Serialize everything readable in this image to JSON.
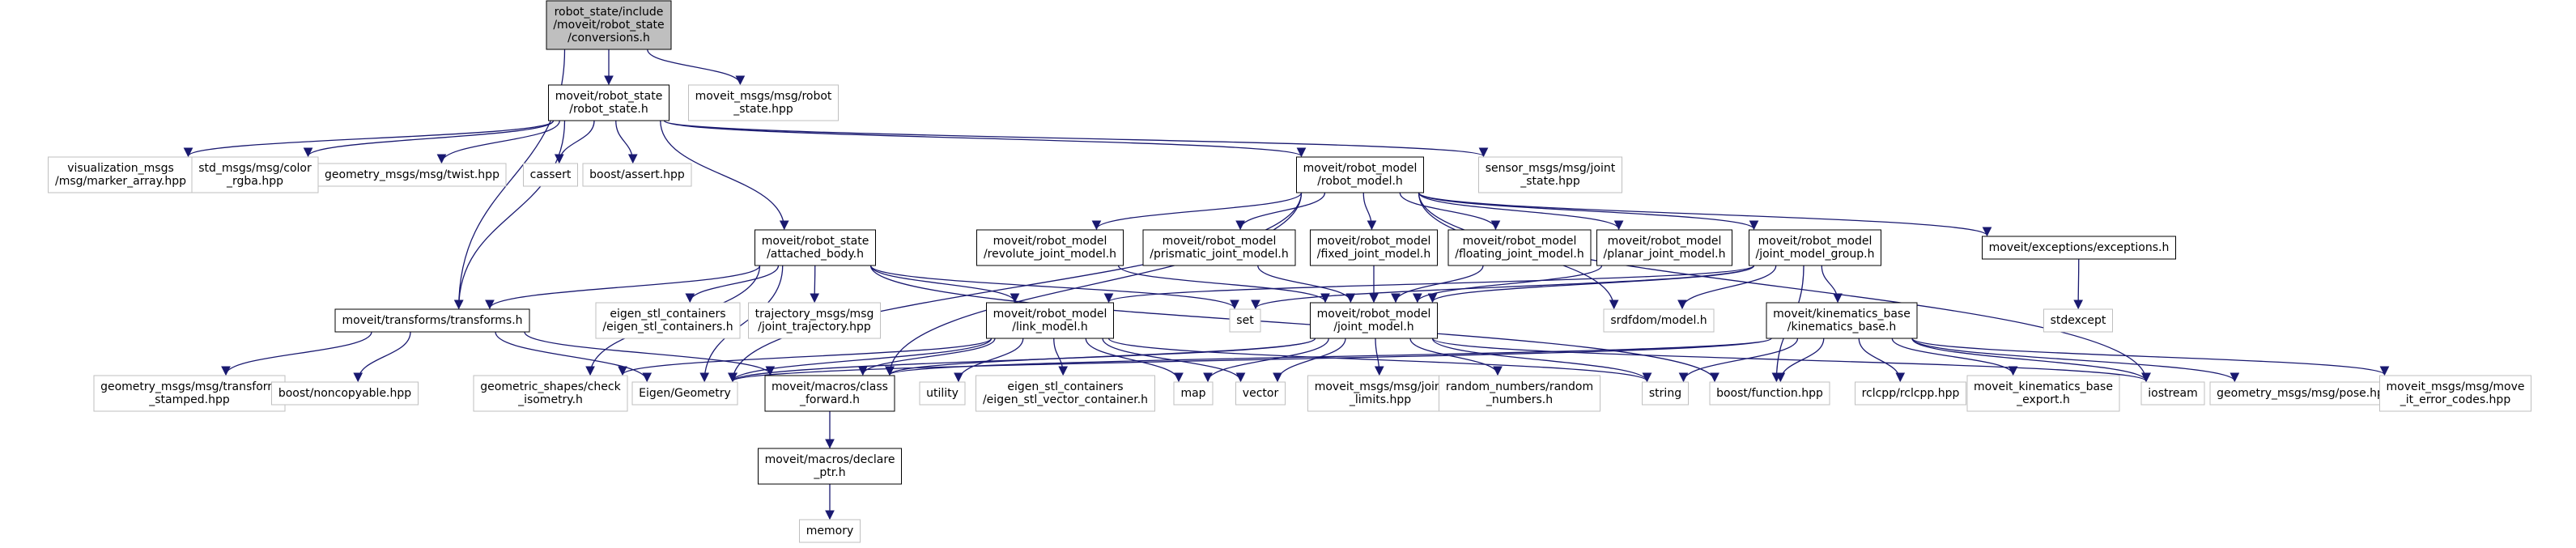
{
  "colors": {
    "edge": "#191970",
    "root_fill": "#bfbfbf",
    "root_border": "#000000",
    "documented_border": "#000000",
    "external_border": "#bfbfbf",
    "external_text": "#000000"
  },
  "nodes": [
    {
      "id": "conversions",
      "lines": [
        "robot_state/include",
        "/moveit/robot_state",
        "/conversions.h"
      ],
      "kind": "root"
    },
    {
      "id": "robot_state_h",
      "lines": [
        "moveit/robot_state",
        "/robot_state.h"
      ],
      "kind": "documented"
    },
    {
      "id": "robot_state_msg",
      "lines": [
        "moveit_msgs/msg/robot",
        "_state.hpp"
      ],
      "kind": "external"
    },
    {
      "id": "marker_array",
      "lines": [
        "visualization_msgs",
        "/msg/marker_array.hpp"
      ],
      "kind": "external"
    },
    {
      "id": "color_rgba",
      "lines": [
        "std_msgs/msg/color",
        "_rgba.hpp"
      ],
      "kind": "external"
    },
    {
      "id": "twist",
      "lines": [
        "geometry_msgs/msg/twist.hpp"
      ],
      "kind": "external"
    },
    {
      "id": "cassert",
      "lines": [
        "cassert"
      ],
      "kind": "external"
    },
    {
      "id": "boost_assert",
      "lines": [
        "boost/assert.hpp"
      ],
      "kind": "external"
    },
    {
      "id": "robot_model_h",
      "lines": [
        "moveit/robot_model",
        "/robot_model.h"
      ],
      "kind": "documented"
    },
    {
      "id": "joint_state",
      "lines": [
        "sensor_msgs/msg/joint",
        "_state.hpp"
      ],
      "kind": "external"
    },
    {
      "id": "attached_body",
      "lines": [
        "moveit/robot_state",
        "/attached_body.h"
      ],
      "kind": "documented"
    },
    {
      "id": "revolute",
      "lines": [
        "moveit/robot_model",
        "/revolute_joint_model.h"
      ],
      "kind": "documented"
    },
    {
      "id": "prismatic",
      "lines": [
        "moveit/robot_model",
        "/prismatic_joint_model.h"
      ],
      "kind": "documented"
    },
    {
      "id": "fixed",
      "lines": [
        "moveit/robot_model",
        "/fixed_joint_model.h"
      ],
      "kind": "documented"
    },
    {
      "id": "floating",
      "lines": [
        "moveit/robot_model",
        "/floating_joint_model.h"
      ],
      "kind": "documented"
    },
    {
      "id": "planar",
      "lines": [
        "moveit/robot_model",
        "/planar_joint_model.h"
      ],
      "kind": "documented"
    },
    {
      "id": "jmg",
      "lines": [
        "moveit/robot_model",
        "/joint_model_group.h"
      ],
      "kind": "documented"
    },
    {
      "id": "exceptions",
      "lines": [
        "moveit/exceptions/exceptions.h"
      ],
      "kind": "documented"
    },
    {
      "id": "transforms",
      "lines": [
        "moveit/transforms/transforms.h"
      ],
      "kind": "documented"
    },
    {
      "id": "eigen_stl_containers",
      "lines": [
        "eigen_stl_containers",
        "/eigen_stl_containers.h"
      ],
      "kind": "external"
    },
    {
      "id": "traj_msgs",
      "lines": [
        "trajectory_msgs/msg",
        "/joint_trajectory.hpp"
      ],
      "kind": "external"
    },
    {
      "id": "link_model",
      "lines": [
        "moveit/robot_model",
        "/link_model.h"
      ],
      "kind": "documented"
    },
    {
      "id": "set",
      "lines": [
        "set"
      ],
      "kind": "external"
    },
    {
      "id": "joint_model",
      "lines": [
        "moveit/robot_model",
        "/joint_model.h"
      ],
      "kind": "documented"
    },
    {
      "id": "srdfdom",
      "lines": [
        "srdfdom/model.h"
      ],
      "kind": "external"
    },
    {
      "id": "kinematics_base",
      "lines": [
        "moveit/kinematics_base",
        "/kinematics_base.h"
      ],
      "kind": "documented"
    },
    {
      "id": "stdexcept",
      "lines": [
        "stdexcept"
      ],
      "kind": "external"
    },
    {
      "id": "transform_stamped",
      "lines": [
        "geometry_msgs/msg/transform",
        "_stamped.hpp"
      ],
      "kind": "external"
    },
    {
      "id": "noncopyable",
      "lines": [
        "boost/noncopyable.hpp"
      ],
      "kind": "external"
    },
    {
      "id": "check_isometry",
      "lines": [
        "geometric_shapes/check",
        "_isometry.h"
      ],
      "kind": "external"
    },
    {
      "id": "eigen_geometry",
      "lines": [
        "Eigen/Geometry"
      ],
      "kind": "external"
    },
    {
      "id": "class_forward",
      "lines": [
        "moveit/macros/class",
        "_forward.h"
      ],
      "kind": "documented"
    },
    {
      "id": "utility",
      "lines": [
        "utility"
      ],
      "kind": "external"
    },
    {
      "id": "vector_container",
      "lines": [
        "eigen_stl_containers",
        "/eigen_stl_vector_container.h"
      ],
      "kind": "external"
    },
    {
      "id": "map",
      "lines": [
        "map"
      ],
      "kind": "external"
    },
    {
      "id": "vector",
      "lines": [
        "vector"
      ],
      "kind": "external"
    },
    {
      "id": "joint_limits",
      "lines": [
        "moveit_msgs/msg/joint",
        "_limits.hpp"
      ],
      "kind": "external"
    },
    {
      "id": "random_numbers",
      "lines": [
        "random_numbers/random",
        "_numbers.h"
      ],
      "kind": "external"
    },
    {
      "id": "string",
      "lines": [
        "string"
      ],
      "kind": "external"
    },
    {
      "id": "boost_function",
      "lines": [
        "boost/function.hpp"
      ],
      "kind": "external"
    },
    {
      "id": "rclcpp",
      "lines": [
        "rclcpp/rclcpp.hpp"
      ],
      "kind": "external"
    },
    {
      "id": "kb_export",
      "lines": [
        "moveit_kinematics_base",
        "_export.h"
      ],
      "kind": "external"
    },
    {
      "id": "iostream",
      "lines": [
        "iostream"
      ],
      "kind": "external"
    },
    {
      "id": "pose",
      "lines": [
        "geometry_msgs/msg/pose.hpp"
      ],
      "kind": "external"
    },
    {
      "id": "move_it_error_codes",
      "lines": [
        "moveit_msgs/msg/move",
        "_it_error_codes.hpp"
      ],
      "kind": "external"
    },
    {
      "id": "declare_ptr",
      "lines": [
        "moveit/macros/declare",
        "_ptr.h"
      ],
      "kind": "documented"
    },
    {
      "id": "memory",
      "lines": [
        "memory"
      ],
      "kind": "external"
    }
  ],
  "edges": [
    [
      "conversions",
      "robot_state_h"
    ],
    [
      "conversions",
      "robot_state_msg"
    ],
    [
      "conversions",
      "transforms"
    ],
    [
      "robot_state_h",
      "marker_array"
    ],
    [
      "robot_state_h",
      "color_rgba"
    ],
    [
      "robot_state_h",
      "twist"
    ],
    [
      "robot_state_h",
      "cassert"
    ],
    [
      "robot_state_h",
      "boost_assert"
    ],
    [
      "robot_state_h",
      "robot_model_h"
    ],
    [
      "robot_state_h",
      "joint_state"
    ],
    [
      "robot_state_h",
      "attached_body"
    ],
    [
      "robot_state_h",
      "transforms"
    ],
    [
      "robot_model_h",
      "revolute"
    ],
    [
      "robot_model_h",
      "prismatic"
    ],
    [
      "robot_model_h",
      "fixed"
    ],
    [
      "robot_model_h",
      "floating"
    ],
    [
      "robot_model_h",
      "planar"
    ],
    [
      "robot_model_h",
      "jmg"
    ],
    [
      "robot_model_h",
      "exceptions"
    ],
    [
      "robot_model_h",
      "srdfdom"
    ],
    [
      "robot_model_h",
      "iostream"
    ],
    [
      "robot_model_h",
      "eigen_geometry"
    ],
    [
      "robot_model_h",
      "class_forward"
    ],
    [
      "attached_body",
      "transforms"
    ],
    [
      "attached_body",
      "eigen_stl_containers"
    ],
    [
      "attached_body",
      "traj_msgs"
    ],
    [
      "attached_body",
      "link_model"
    ],
    [
      "attached_body",
      "set"
    ],
    [
      "attached_body",
      "check_isometry"
    ],
    [
      "attached_body",
      "boost_function"
    ],
    [
      "attached_body",
      "eigen_geometry"
    ],
    [
      "revolute",
      "joint_model"
    ],
    [
      "prismatic",
      "joint_model"
    ],
    [
      "fixed",
      "joint_model"
    ],
    [
      "floating",
      "joint_model"
    ],
    [
      "planar",
      "joint_model"
    ],
    [
      "jmg",
      "joint_model"
    ],
    [
      "jmg",
      "link_model"
    ],
    [
      "jmg",
      "kinematics_base"
    ],
    [
      "jmg",
      "srdfdom"
    ],
    [
      "jmg",
      "set"
    ],
    [
      "jmg",
      "boost_function"
    ],
    [
      "exceptions",
      "stdexcept"
    ],
    [
      "transforms",
      "transform_stamped"
    ],
    [
      "transforms",
      "noncopyable"
    ],
    [
      "transforms",
      "eigen_geometry"
    ],
    [
      "transforms",
      "class_forward"
    ],
    [
      "link_model",
      "check_isometry"
    ],
    [
      "link_model",
      "eigen_geometry"
    ],
    [
      "link_model",
      "class_forward"
    ],
    [
      "link_model",
      "utility"
    ],
    [
      "link_model",
      "vector_container"
    ],
    [
      "link_model",
      "map"
    ],
    [
      "link_model",
      "vector"
    ],
    [
      "link_model",
      "string"
    ],
    [
      "joint_model",
      "class_forward"
    ],
    [
      "joint_model",
      "joint_limits"
    ],
    [
      "joint_model",
      "random_numbers"
    ],
    [
      "joint_model",
      "map"
    ],
    [
      "joint_model",
      "vector"
    ],
    [
      "joint_model",
      "string"
    ],
    [
      "joint_model",
      "iostream"
    ],
    [
      "joint_model",
      "eigen_geometry"
    ],
    [
      "kinematics_base",
      "class_forward"
    ],
    [
      "kinematics_base",
      "string"
    ],
    [
      "kinematics_base",
      "boost_function"
    ],
    [
      "kinematics_base",
      "rclcpp"
    ],
    [
      "kinematics_base",
      "kb_export"
    ],
    [
      "kinematics_base",
      "iostream"
    ],
    [
      "kinematics_base",
      "pose"
    ],
    [
      "kinematics_base",
      "move_it_error_codes"
    ],
    [
      "kinematics_base",
      "eigen_geometry"
    ],
    [
      "class_forward",
      "declare_ptr"
    ],
    [
      "declare_ptr",
      "memory"
    ]
  ]
}
